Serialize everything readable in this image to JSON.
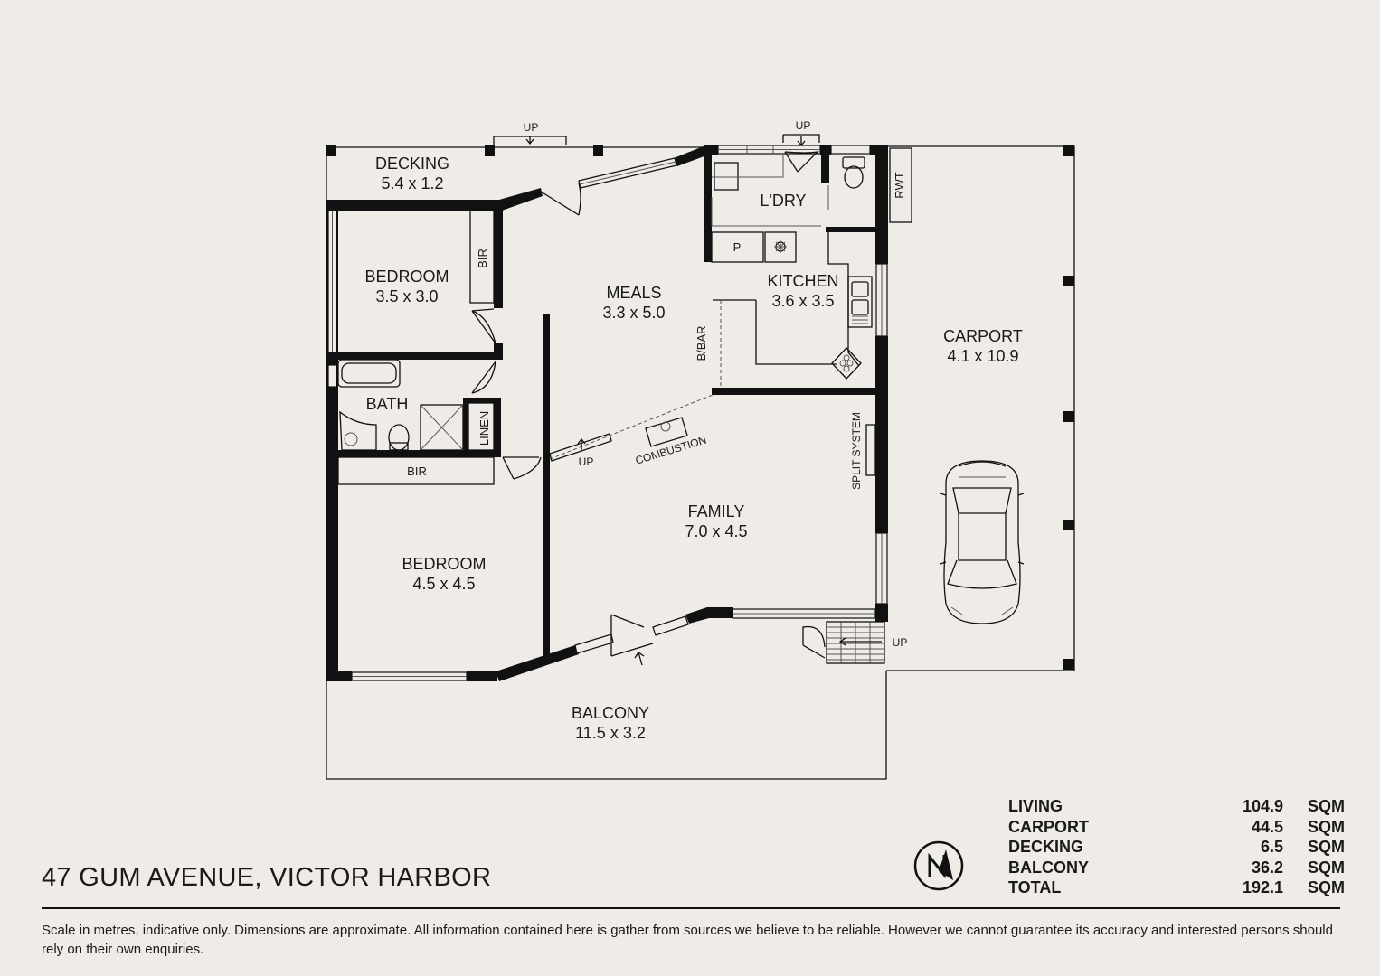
{
  "address": "47 GUM AVENUE, VICTOR HARBOR",
  "disclaimer": "Scale in metres, indicative only. Dimensions are approximate. All information contained here is gather from sources we believe to be reliable. However we cannot guarantee its accuracy and interested persons should rely on their own enquiries.",
  "rooms": {
    "decking": {
      "name": "DECKING",
      "dims": "5.4 x 1.2"
    },
    "bedroom1": {
      "name": "BEDROOM",
      "dims": "3.5 x 3.0"
    },
    "meals": {
      "name": "MEALS",
      "dims": "3.3 x 5.0"
    },
    "laundry": {
      "name": "L'DRY"
    },
    "kitchen": {
      "name": "KITCHEN",
      "dims": "3.6 x 3.5"
    },
    "carport": {
      "name": "CARPORT",
      "dims": "4.1 x 10.9"
    },
    "bath": {
      "name": "BATH"
    },
    "family": {
      "name": "FAMILY",
      "dims": "7.0 x 4.5"
    },
    "bedroom2": {
      "name": "BEDROOM",
      "dims": "4.5 x 4.5"
    },
    "balcony": {
      "name": "BALCONY",
      "dims": "11.5 x 3.2"
    }
  },
  "labels": {
    "up": "UP",
    "bir": "BIR",
    "linen": "LINEN",
    "bbar": "B/BAR",
    "pantry": "P",
    "rwt": "RWT",
    "split_system": "SPLIT SYSTEM",
    "combustion": "COMBUSTION"
  },
  "areas": [
    {
      "name": "LIVING",
      "value": "104.9",
      "unit": "SQM"
    },
    {
      "name": "CARPORT",
      "value": "44.5",
      "unit": "SQM"
    },
    {
      "name": "DECKING",
      "value": "6.5",
      "unit": "SQM"
    },
    {
      "name": "BALCONY",
      "value": "36.2",
      "unit": "SQM"
    },
    {
      "name": "TOTAL",
      "value": "192.1",
      "unit": "SQM"
    }
  ],
  "colors": {
    "background": "#efebe6",
    "ink": "#111111"
  }
}
